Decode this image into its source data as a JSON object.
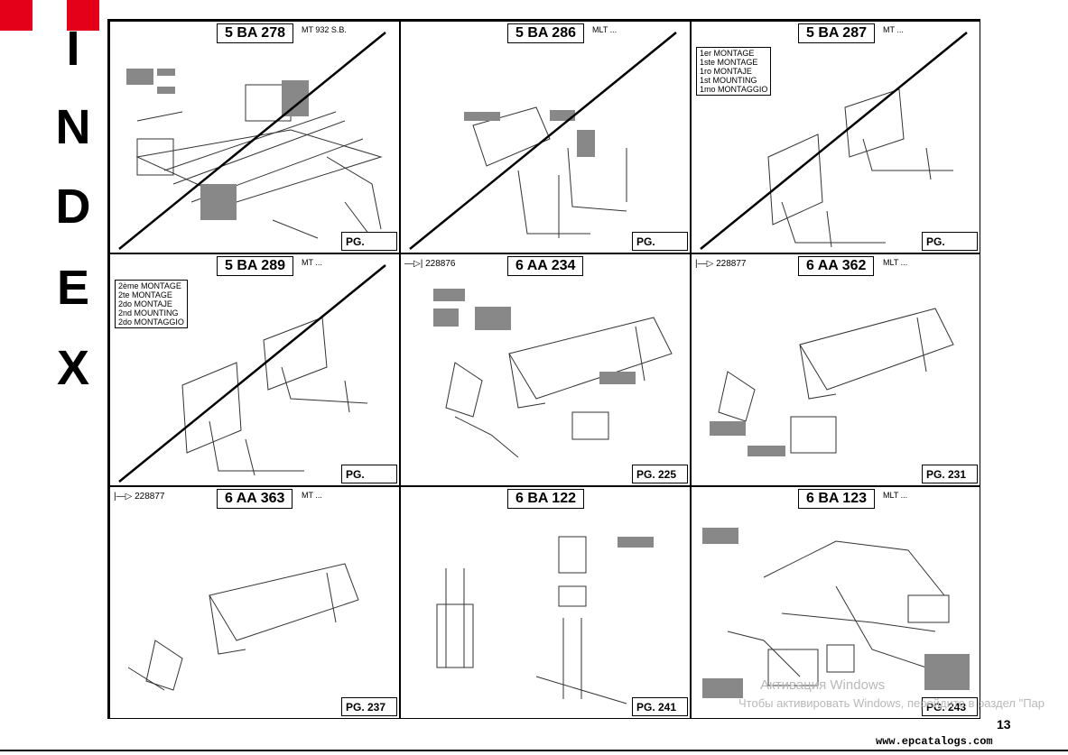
{
  "index_letters": [
    "I",
    "N",
    "D",
    "E",
    "X"
  ],
  "cells": [
    {
      "code": "5 BA 278",
      "note": "MT 932 S.B.",
      "ref": "",
      "page": "PG.",
      "mounting": [],
      "crossed": true
    },
    {
      "code": "5 BA 286",
      "note": "MLT ...",
      "ref": "",
      "page": "PG.",
      "mounting": [],
      "crossed": true
    },
    {
      "code": "5 BA 287",
      "note": "MT ...",
      "ref": "",
      "page": "PG.",
      "mounting": [
        "1er MONTAGE",
        "1ste MONTAGE",
        "1ro MONTAJE",
        "1st MOUNTING",
        "1mo MONTAGGIO"
      ],
      "crossed": true
    },
    {
      "code": "5 BA 289",
      "note": "MT ...",
      "ref": "",
      "page": "PG.",
      "mounting": [
        "2ème MONTAGE",
        "2te MONTAGE",
        "2do MONTAJE",
        "2nd MOUNTING",
        "2do MONTAGGIO"
      ],
      "crossed": true
    },
    {
      "code": "6 AA 234",
      "note": "",
      "ref": "—▷| 228876",
      "page": "PG. 225",
      "mounting": [],
      "crossed": false
    },
    {
      "code": "6 AA 362",
      "note": "MLT ...",
      "ref": "|—▷ 228877",
      "page": "PG. 231",
      "mounting": [],
      "crossed": false
    },
    {
      "code": "6 AA 363",
      "note": "MT ...",
      "ref": "|—▷ 228877",
      "page": "PG. 237",
      "mounting": [],
      "crossed": false
    },
    {
      "code": "6 BA 122",
      "note": "",
      "ref": "",
      "page": "PG. 241",
      "mounting": [],
      "crossed": false
    },
    {
      "code": "6 BA 123",
      "note": "MLT ...",
      "ref": "",
      "page": "PG. 243",
      "mounting": [],
      "crossed": false
    }
  ],
  "page_number": "13",
  "footer_site": "www.epcatalogs.com",
  "watermark": {
    "line1": "Активация Windows",
    "line2": "Чтобы активировать Windows, перейдите в раздел \"Пар"
  },
  "colors": {
    "accent_red": "#e5001a",
    "ink": "#000000",
    "watermark": "#b9b9b9"
  }
}
